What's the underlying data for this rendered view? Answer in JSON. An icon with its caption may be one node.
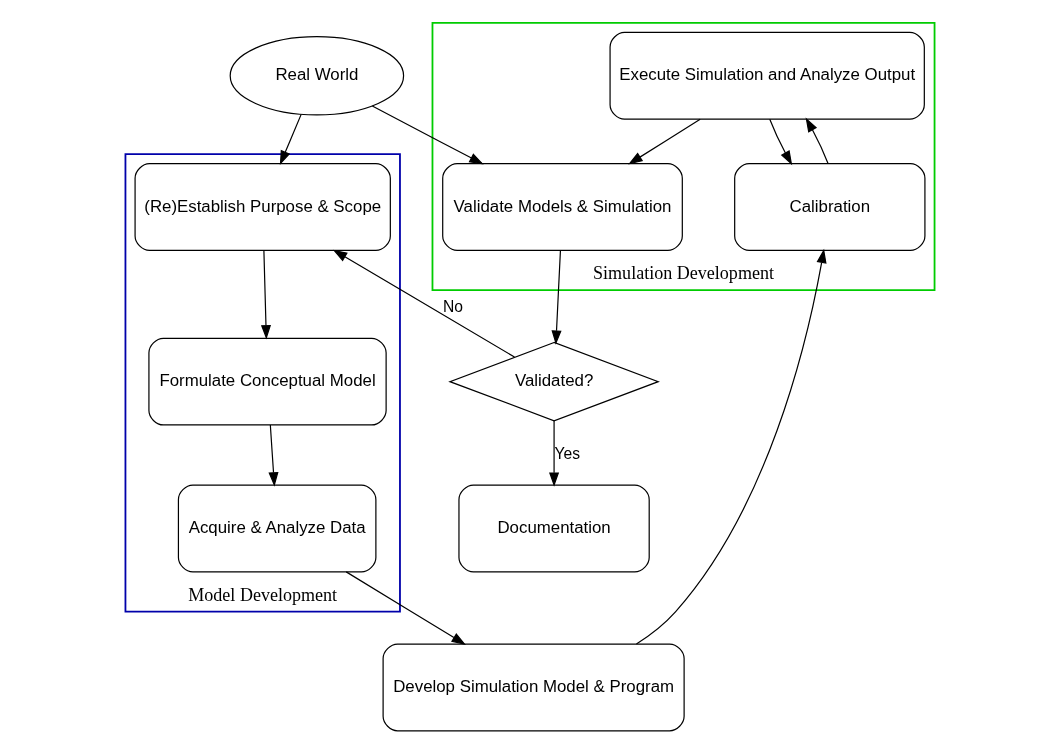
{
  "diagram": {
    "nodes": [
      {
        "text": [
          "Real World"
        ]
      },
      {
        "text": [
          "Model Development"
        ]
      },
      {
        "text": [
          "(Re)Establish Purpose & Scope"
        ],
        "in": 1
      },
      {
        "text": [
          "Formulate Conceptual Model"
        ],
        "in": 1
      },
      {
        "text": [
          "Acquire & Analyze Data"
        ],
        "in": 1
      },
      {
        "text": [
          "Validated?"
        ]
      },
      {
        "text": [
          "Documentation"
        ]
      },
      {
        "text": [
          "Develop Simulation Model & Program"
        ]
      },
      {
        "text": [
          "Simulation Development"
        ]
      },
      {
        "text": [
          "Validate Models & Simulation"
        ],
        "in": 8
      },
      {
        "text": [
          "Execute Simulation and Analyze Output"
        ],
        "in": 8
      },
      {
        "text": [
          "Calibration"
        ],
        "in": 8
      }
    ],
    "edges": [
      {
        "from": 0,
        "to": 2,
        "arrow": "to"
      },
      {
        "from": 0,
        "to": 9,
        "arrow": "to"
      },
      {
        "from": 5,
        "to": 2,
        "arrow": "to",
        "label": "No"
      },
      {
        "from": 5,
        "to": 6,
        "arrow": "to",
        "label": "Yes"
      },
      {
        "from": 9,
        "to": 5,
        "arrow": "to"
      },
      {
        "from": 2,
        "to": 3,
        "arrow": "to"
      },
      {
        "from": 3,
        "to": 4,
        "arrow": "to"
      },
      {
        "from": 4,
        "to": 7,
        "arrow": "to"
      },
      {
        "from": 7,
        "to": 11,
        "arrow": "to"
      },
      {
        "from": 11,
        "to": 10,
        "arrow": "to"
      },
      {
        "from": 10,
        "to": 11,
        "arrow": "to"
      },
      {
        "from": 10,
        "to": 9,
        "arrow": "to"
      }
    ]
  }
}
